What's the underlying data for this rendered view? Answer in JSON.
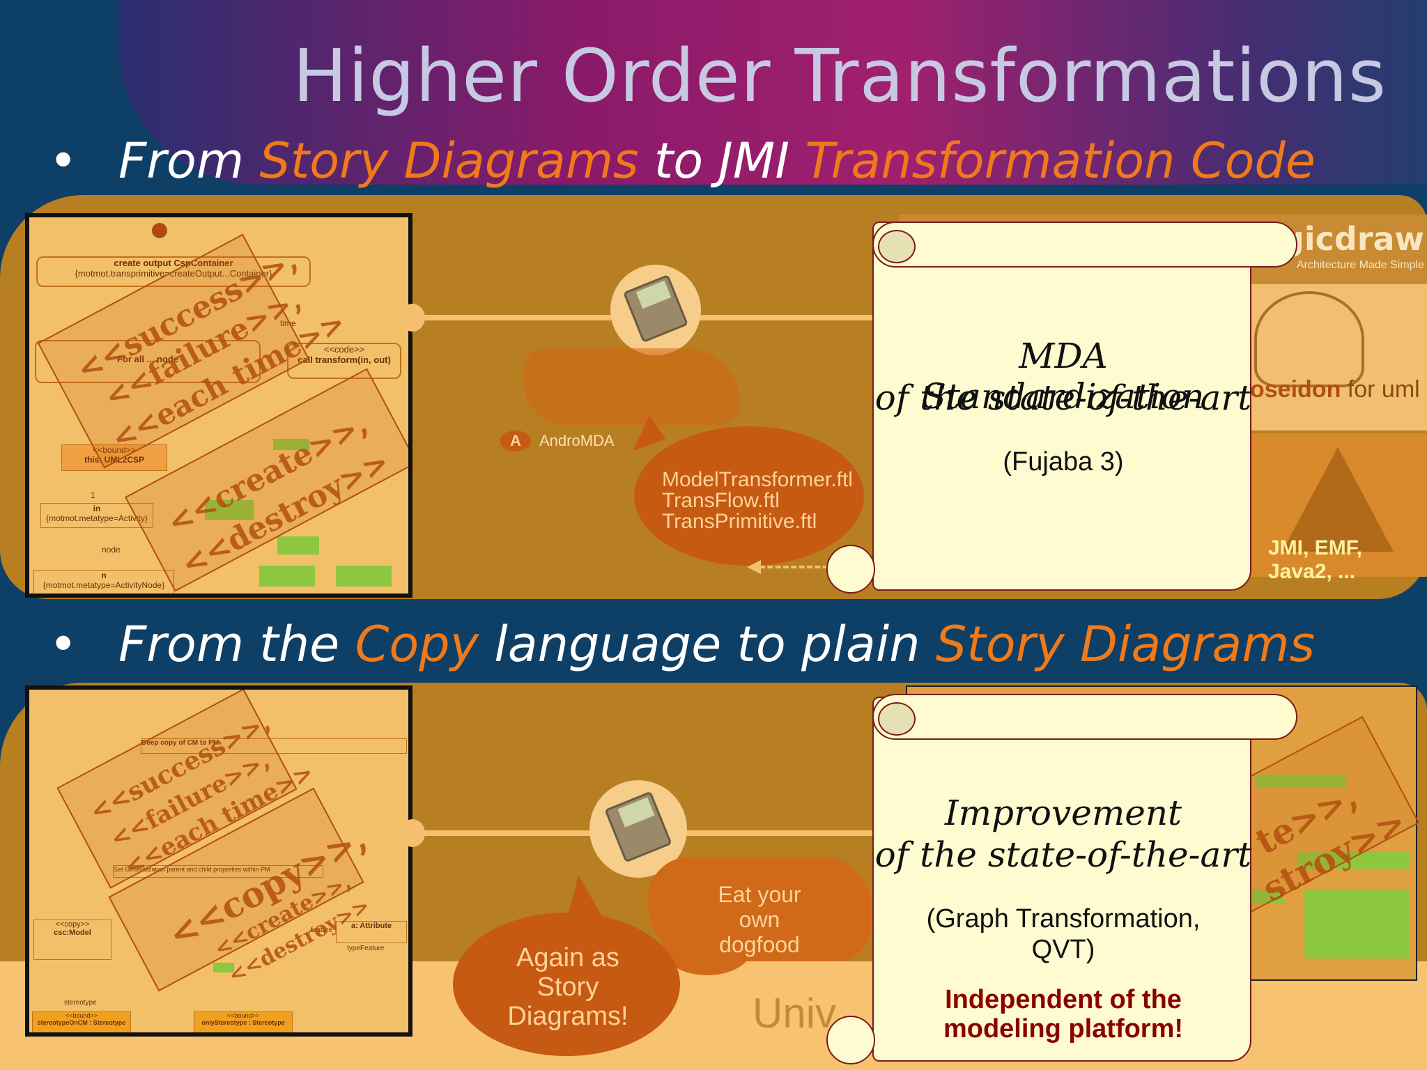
{
  "title": "Higher Order Transformations",
  "bullet1": {
    "pre": "From ",
    "h1": "Story Diagrams",
    "mid": " to JMI ",
    "h2": "Transformation Code"
  },
  "bullet2": {
    "pre": "From the ",
    "h1": "Copy",
    "mid": " language to plain ",
    "h2": "Story Diagrams"
  },
  "top": {
    "diagram_labels": [
      "create output CspContainer",
      "{motmot.transprimitive=createOutput...Container}",
      "<<code>>",
      "call transform(in, out)",
      "<<bound>>",
      "this: UML2CSP",
      "1",
      "in",
      "{motmot.metatype=Activity}",
      "node",
      "n",
      "{motmot.metatype=ActivityNode}",
      "For all ... node",
      "time"
    ],
    "stereotypes": [
      "<<success>>,",
      "<<failure>>,",
      "<<each time>>",
      "<<create>>,",
      "<<destroy>>"
    ],
    "logo_brand": "AndroMDA",
    "templates": [
      "ModelTransformer.ftl",
      "TransFlow.ftl",
      "TransPrimitive.ftl"
    ],
    "scroll_line1": "MDA Standardization",
    "scroll_line2": "of the state-of-the-art",
    "scroll_sub": "(Fujaba 3)",
    "right": {
      "magicdraw": "agicdraw",
      "magicdraw_tag": "Architecture Made Simple",
      "poseidon": "oseidon",
      "poseidon_suffix": "for uml",
      "jmi": "JMI, EMF, Java2, ..."
    }
  },
  "bottom": {
    "stereotypes": [
      "<<success>>,",
      "<<failure>>,",
      "<<each time>>",
      "<<copy>>,",
      "<<create>>,",
      "<<destroy>>"
    ],
    "diagram_labels": [
      "<<copy>>",
      "csc:Model",
      "<<bound>>",
      "stereotypeOnCM : Stereotype",
      "onlyStereotype : Stereotype",
      "feature",
      "typeFeature",
      "a: Attribute",
      "stereotype",
      "Deep copy of CM to PM",
      "Set Generalization parent and child properties within PM"
    ],
    "right_fragments": [
      "te>>,",
      "stroy>>"
    ],
    "dogfood": [
      "Eat your",
      "own",
      "dogfood"
    ],
    "again": [
      "Again as",
      "Story",
      "Diagrams!"
    ],
    "univ": "Univ",
    "scroll_line1": "Improvement",
    "scroll_line2": "of the state-of-the-art",
    "scroll_sub1": "(Graph Transformation,",
    "scroll_sub2": "QVT)",
    "scroll_emph1": "Independent of the",
    "scroll_emph2": "modeling platform!"
  },
  "colors": {
    "background": "#0e3f66",
    "accent": "#f07a1a",
    "band": "#b87e22",
    "scroll": "#fffbd0",
    "emphasis": "#8b0000"
  }
}
